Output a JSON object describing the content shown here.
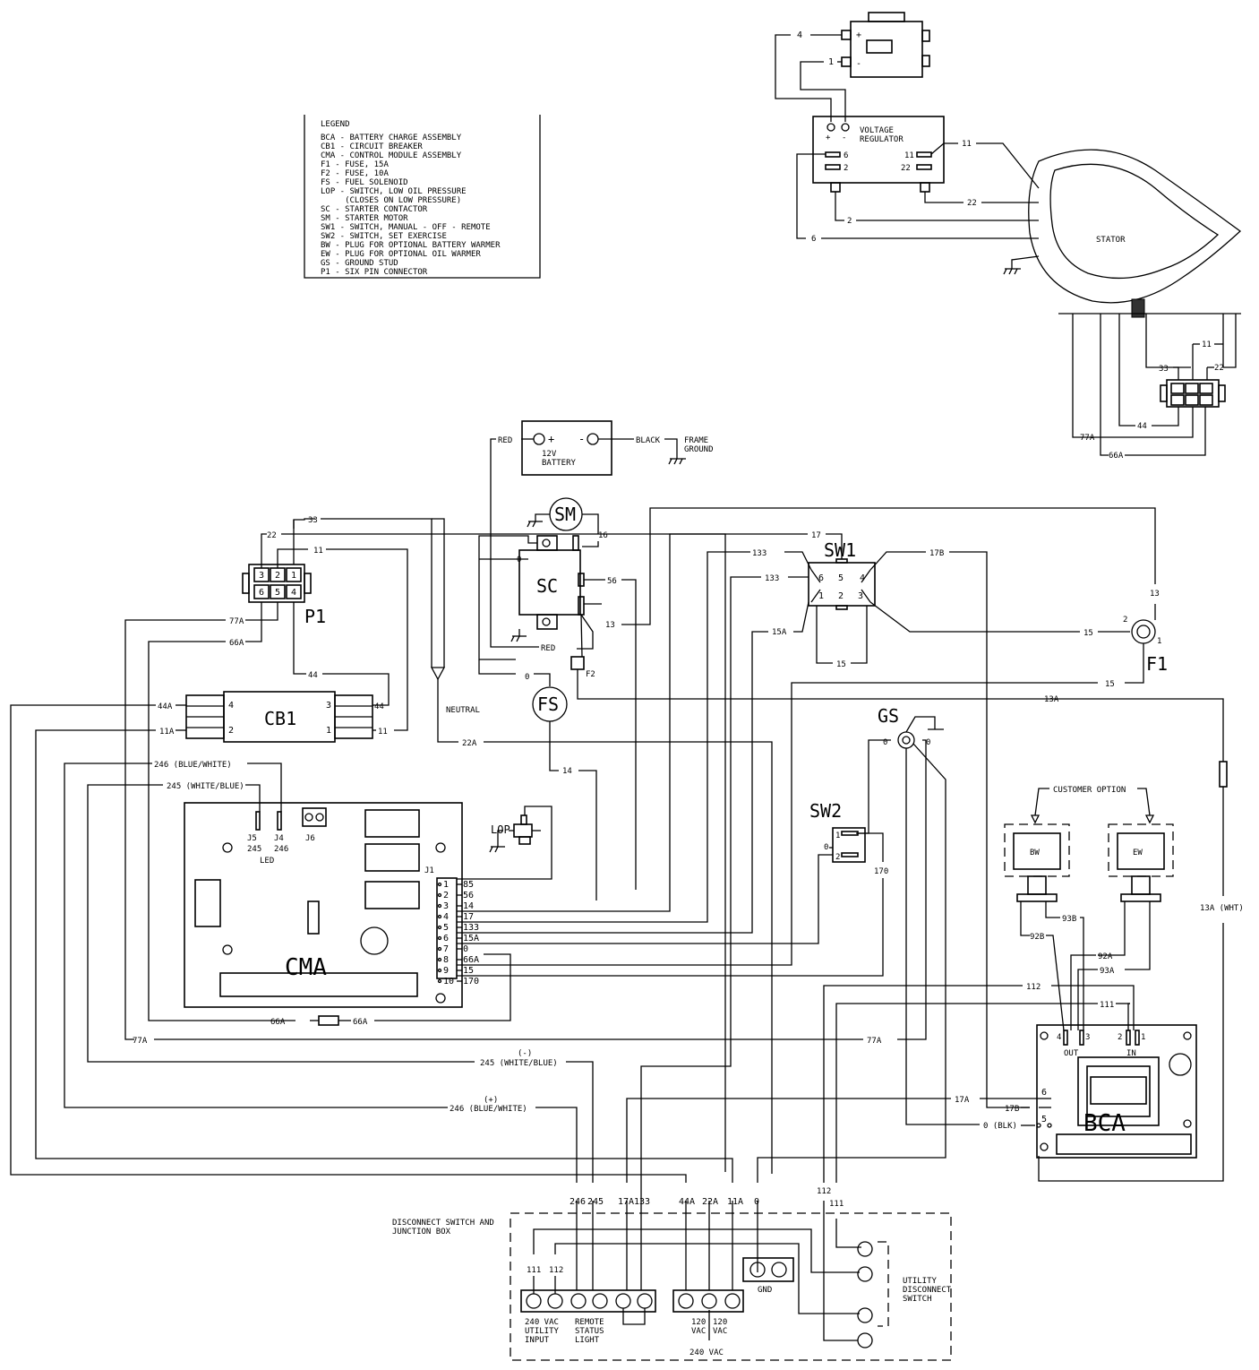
{
  "legend": {
    "title": "LEGEND",
    "items": [
      "BCA - BATTERY CHARGE ASSEMBLY",
      "CB1 - CIRCUIT BREAKER",
      "CMA - CONTROL MODULE ASSEMBLY",
      "F1 - FUSE, 15A",
      "F2 - FUSE, 10A",
      "FS - FUEL SOLENOID",
      "LOP - SWITCH, LOW OIL PRESSURE",
      "     (CLOSES ON LOW PRESSURE)",
      "SC - STARTER CONTACTOR",
      "SM - STARTER MOTOR",
      "SW1 - SWITCH, MANUAL - OFF - REMOTE",
      "SW2 - SWITCH, SET EXERCISE",
      "BW - PLUG FOR OPTIONAL BATTERY WARMER",
      "EW - PLUG FOR OPTIONAL OIL WARMER",
      "GS - GROUND STUD",
      "P1 - SIX PIN CONNECTOR"
    ]
  },
  "components": {
    "voltage_regulator": "VOLTAGE\nREGULATOR",
    "stator": "STATOR",
    "battery": "12V\nBATTERY",
    "frame_ground": "FRAME\nGROUND",
    "sm": "SM",
    "sc": "SC",
    "sw1": "SW1",
    "sw2": "SW2",
    "p1": "P1",
    "cb1": "CB1",
    "fs": "FS",
    "f1": "F1",
    "f2": "F2",
    "gs": "GS",
    "lop": "LOP",
    "cma": "CMA",
    "bca": "BCA",
    "bw": "BW",
    "ew": "EW",
    "neutral": "NEUTRAL",
    "customer_option": "CUSTOMER OPTION",
    "led": "LED",
    "j1": "J1",
    "j4": "J4",
    "j5": "J5",
    "j6": "J6",
    "out": "OUT",
    "in": "IN",
    "gnd": "GND",
    "junction_box": "DISCONNECT SWITCH AND\nJUNCTION BOX",
    "utility_switch": "UTILITY\nDISCONNECT\nSWITCH",
    "utility_input": "240 VAC\nUTILITY\nINPUT",
    "remote_status": "REMOTE\nSTATUS\nLIGHT",
    "vac120_a": "120\nVAC",
    "vac120_b": "120\nVAC",
    "vac240": "240 VAC"
  },
  "j1_pins": [
    "1",
    "2",
    "3",
    "4",
    "5",
    "6",
    "7",
    "8",
    "9",
    "10"
  ],
  "j1_wires": [
    "85",
    "56",
    "14",
    "17",
    "133",
    "15A",
    "0",
    "66A",
    "15",
    "170"
  ],
  "wire_labels": {
    "red": "RED",
    "black": "BLACK",
    "w245_neg": "(-)\n245 (WHITE/BLUE)",
    "w246_pos": "(+)\n246 (BLUE/WHITE)",
    "w246_top": "246 (BLUE/WHITE)",
    "w245_top": "245 (WHITE/BLUE)",
    "w13a_wht": "13A (WHT)",
    "w0_blk": "0 (BLK)"
  },
  "jb_terminals": [
    "246",
    "245",
    "17A",
    "133",
    "44A",
    "22A",
    "11A",
    "0",
    "112",
    "111"
  ]
}
